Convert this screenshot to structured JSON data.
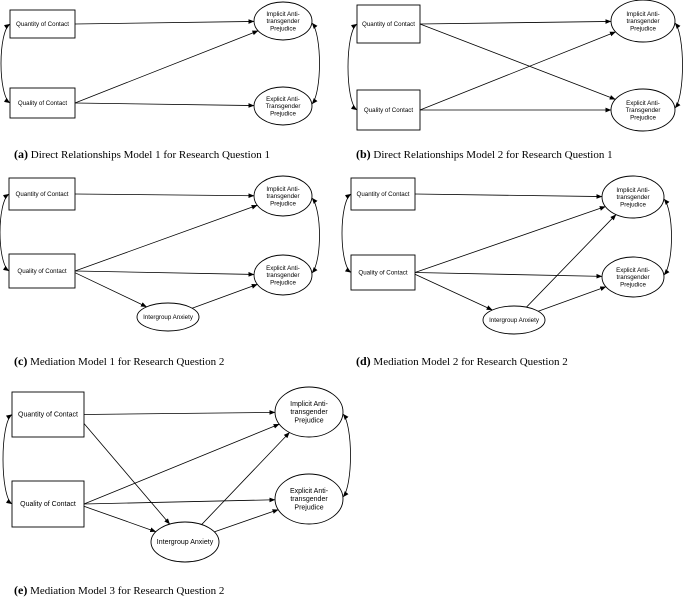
{
  "panels": [
    {
      "id": "a",
      "letter": "(a)",
      "caption": "Direct Relationships Model 1 for Research Question 1",
      "nodes": {
        "qty": "Quantity of Contact",
        "qual": "Quality of Contact",
        "imp": [
          "Implicit Anti-",
          "transgender",
          "Prejudice"
        ],
        "exp": [
          "Explicit Anti-",
          "Transgender",
          "Prejudice"
        ]
      }
    },
    {
      "id": "b",
      "letter": "(b)",
      "caption": "Direct Relationships Model 2 for Research Question 1",
      "nodes": {
        "qty": "Quantity of Contact",
        "qual": "Quality of Contact",
        "imp": [
          "Implicit Anti-",
          "transgender",
          "Prejudice"
        ],
        "exp": [
          "Explicit Anti-",
          "Transgender",
          "Prejudice"
        ]
      }
    },
    {
      "id": "c",
      "letter": "(c)",
      "caption": "Mediation Model 1 for Research Question 2",
      "nodes": {
        "qty": "Quantity of Contact",
        "qual": "Quality of Contact",
        "imp": [
          "Implicit Anti-",
          "transgender",
          "Prejudice"
        ],
        "exp": [
          "Explicit Anti-",
          "transgender",
          "Prejudice"
        ],
        "anx": "Intergroup Anxiety"
      }
    },
    {
      "id": "d",
      "letter": "(d)",
      "caption": "Mediation Model 2 for Research Question 2",
      "nodes": {
        "qty": "Quantity of Contact",
        "qual": "Quality of Contact",
        "imp": [
          "Implicit Anti-",
          "transgender",
          "Prejudice"
        ],
        "exp": [
          "Explicit Anti-",
          "transgender",
          "Prejudice"
        ],
        "anx": "Intergroup Anxiety"
      }
    },
    {
      "id": "e",
      "letter": "(e)",
      "caption": "Mediation Model 3 for Research Question 2",
      "nodes": {
        "qty": "Quantity of Contact",
        "qual": "Quality of Contact",
        "imp": [
          "Implicit Anti-",
          "transgender",
          "Prejudice"
        ],
        "exp": [
          "Explicit Anti-",
          "transgender",
          "Prejudice"
        ],
        "anx": "Intergroup Anxiety"
      }
    }
  ]
}
